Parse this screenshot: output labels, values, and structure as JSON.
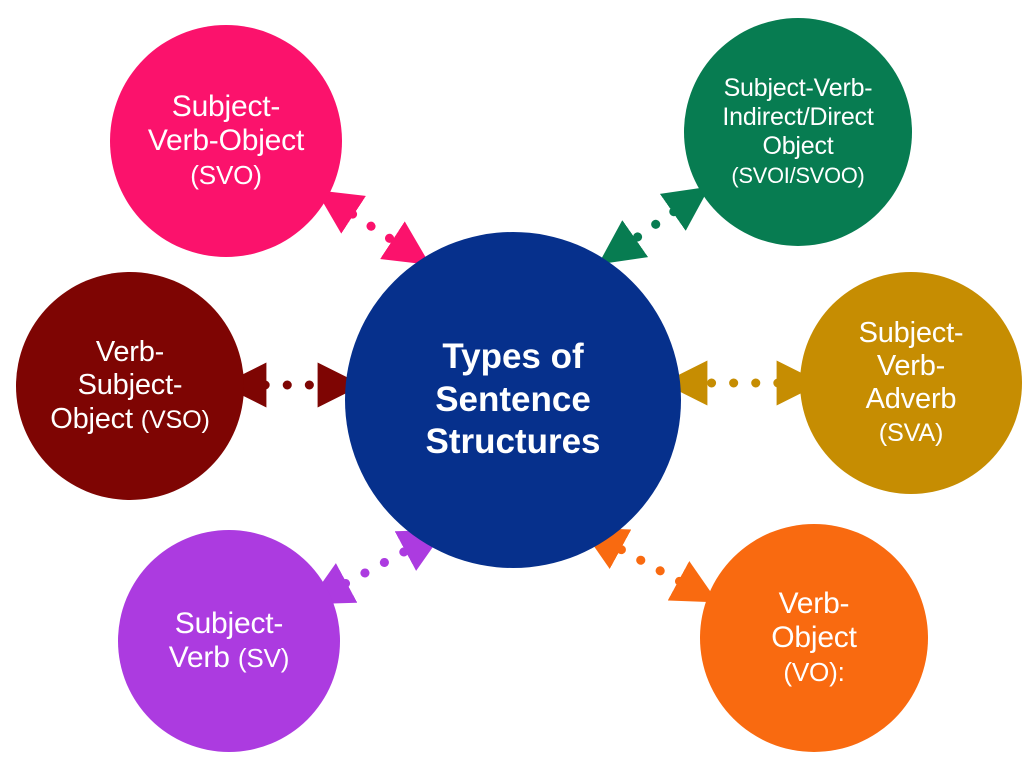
{
  "diagram": {
    "title": "Types of Sentence Structures",
    "background_color": "#ffffff",
    "center": {
      "id": "center",
      "label": "Types of\nSentence\nStructures",
      "color": "#06308c",
      "text_color": "#ffffff"
    },
    "nodes": [
      {
        "id": "svo",
        "label": "Subject-\nVerb-Object\n",
        "acronym": "(SVO)",
        "color": "#fb126c",
        "text_color": "#ffffff",
        "position": "top-left"
      },
      {
        "id": "svoi",
        "label": "Subject-Verb-\nIndirect/Direct\nObject\n",
        "acronym": "(SVOI/SVOO)",
        "color": "#077c51",
        "text_color": "#ffffff",
        "position": "top-right"
      },
      {
        "id": "vso",
        "label": "Verb-\nSubject-\nObject ",
        "acronym": "(VSO)",
        "color": "#7e0503",
        "text_color": "#ffffff",
        "position": "left"
      },
      {
        "id": "sva",
        "label": "Subject-\nVerb-\nAdverb\n",
        "acronym": "(SVA)",
        "color": "#c68d02",
        "text_color": "#ffffff",
        "position": "right"
      },
      {
        "id": "sv",
        "label": "Subject-\nVerb ",
        "acronym": "(SV)",
        "color": "#ac3be0",
        "text_color": "#ffffff",
        "position": "bottom-left"
      },
      {
        "id": "vo",
        "label": "Verb-\nObject\n",
        "acronym": "(VO):",
        "color": "#f96a10",
        "text_color": "#ffffff",
        "position": "bottom-right"
      }
    ],
    "connectors": [
      {
        "id": "connector-svo",
        "from": "center",
        "to": "svo",
        "color": "#fb126c",
        "style": "dotted",
        "arrows": "both"
      },
      {
        "id": "connector-svoi",
        "from": "center",
        "to": "svoi",
        "color": "#077c51",
        "style": "dotted",
        "arrows": "both"
      },
      {
        "id": "connector-vso",
        "from": "center",
        "to": "vso",
        "color": "#7e0503",
        "style": "dotted",
        "arrows": "both"
      },
      {
        "id": "connector-sva",
        "from": "center",
        "to": "sva",
        "color": "#c68d02",
        "style": "dotted",
        "arrows": "both"
      },
      {
        "id": "connector-sv",
        "from": "center",
        "to": "sv",
        "color": "#ac3be0",
        "style": "dotted",
        "arrows": "both"
      },
      {
        "id": "connector-vo",
        "from": "center",
        "to": "vo",
        "color": "#f96a10",
        "style": "dotted",
        "arrows": "both"
      }
    ]
  }
}
